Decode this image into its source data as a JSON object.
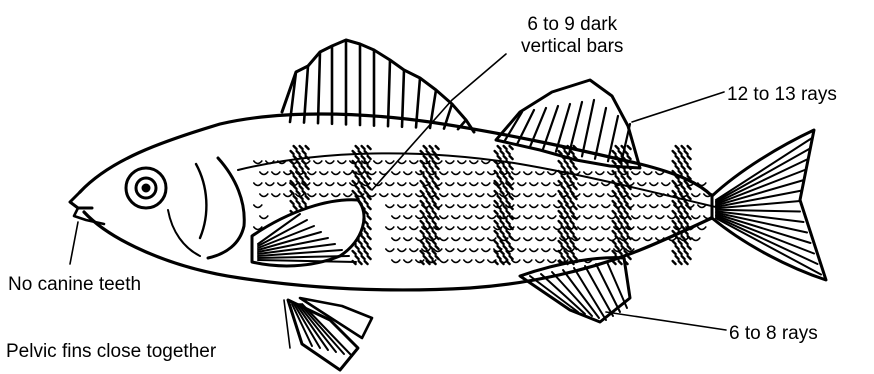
{
  "annotations": {
    "bars_line1": "6 to 9 dark",
    "bars_line2": "vertical bars",
    "dorsal_rays": "12 to 13 rays",
    "anal_rays": "6 to 8 rays",
    "canine": "No canine teeth",
    "pelvic": "Pelvic fins close together"
  },
  "colors": {
    "ink": "#000000",
    "paper": "#ffffff"
  }
}
